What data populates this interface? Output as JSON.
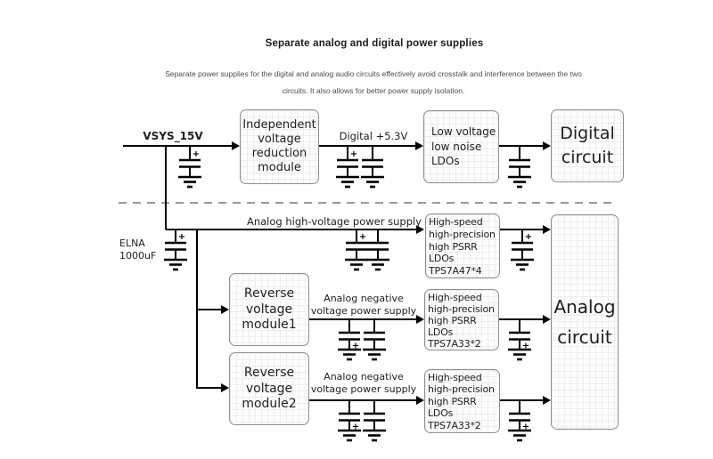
{
  "header": {
    "title": "Separate analog and digital power supplies",
    "subtitle_line1": "Separate power supplies for the digital and analog audio circuits effectively avoid crosstalk and interference between the two",
    "subtitle_line2": "circuits. It also allows for better power supply isolation."
  },
  "labels": {
    "vsys": "VSYS_15V",
    "digital_rail": "Digital +5.3V",
    "analog_hv_rail": "Analog high-voltage power supply",
    "neg_rail1_line1": "Analog negative",
    "neg_rail1_line2": "voltage power supply",
    "neg_rail2_line1": "Analog negative",
    "neg_rail2_line2": "voltage power supply",
    "elna_line1": "ELNA",
    "elna_line2": "1000uF"
  },
  "blocks": {
    "independent": {
      "lines": [
        "Independent",
        "voltage",
        "reduction",
        "module"
      ]
    },
    "low_noise_ldos": {
      "lines": [
        "Low voltage",
        "low noise",
        "LDOs"
      ]
    },
    "digital_circuit": {
      "lines": [
        "Digital",
        "circuit"
      ]
    },
    "hv_ldos": {
      "lines": [
        "High-speed",
        "high-precision",
        " high PSRR",
        "LDOs",
        "TPS7A47*4"
      ]
    },
    "reverse_module1": {
      "lines": [
        "Reverse",
        "voltage",
        "module1"
      ]
    },
    "neg_ldos1": {
      "lines": [
        "High-speed",
        "high-precision",
        " high PSRR",
        "LDOs",
        "TPS7A33*2"
      ]
    },
    "reverse_module2": {
      "lines": [
        "Reverse",
        "voltage",
        "module2"
      ]
    },
    "neg_ldos2": {
      "lines": [
        "High-speed",
        "high-precision",
        " high PSRR",
        "LDOs",
        "TPS7A33*2"
      ]
    },
    "analog_circuit": {
      "lines": [
        "Analog",
        "circuit"
      ]
    }
  },
  "symbols": {
    "plus_sign": "+"
  },
  "colors": {
    "wire": "#000000",
    "box_border": "#8d8d8d",
    "box_fill": "#fdfdfd",
    "grid": "#ededed",
    "text": "#1f1f1f",
    "separator": "#999999",
    "subtitle": "#4d4d4d"
  }
}
